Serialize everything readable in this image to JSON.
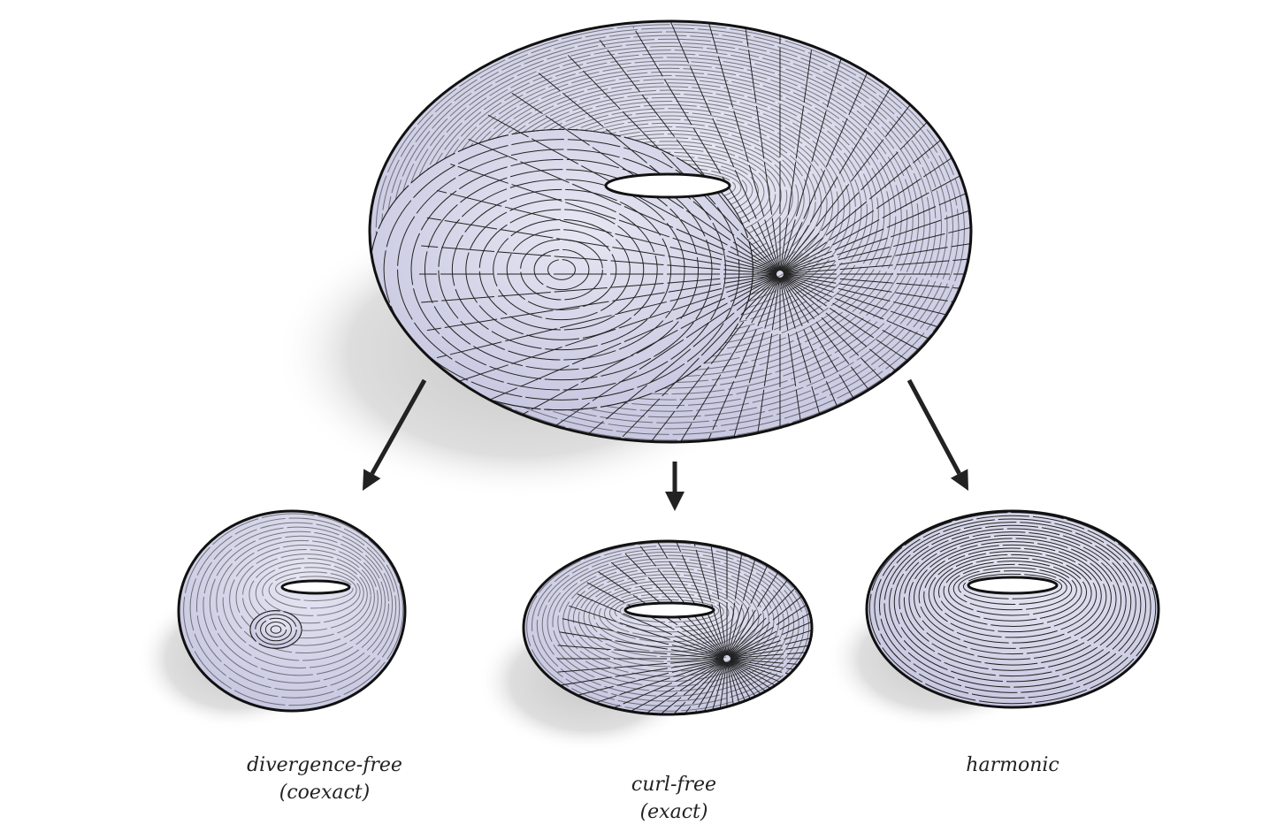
{
  "colors": {
    "surface": "#d5d5ea",
    "stroke": "#111111",
    "shadow": "#d8d8d8",
    "arrow": "#222222"
  },
  "labels": {
    "left": {
      "line1": "divergence-free",
      "line2": "(coexact)"
    },
    "middle": {
      "line1": "curl-free",
      "line2": "(exact)"
    },
    "right": {
      "line1": "harmonic"
    }
  }
}
